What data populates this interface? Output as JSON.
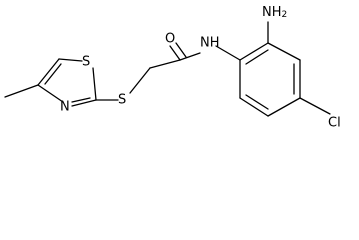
{
  "molecule": {
    "atoms": {
      "nh2": "NH",
      "nh2_sub": "2",
      "nh": "NH",
      "o": "O",
      "s_thioether": "S",
      "s_ring": "S",
      "n_ring": "N",
      "cl": "Cl"
    }
  }
}
